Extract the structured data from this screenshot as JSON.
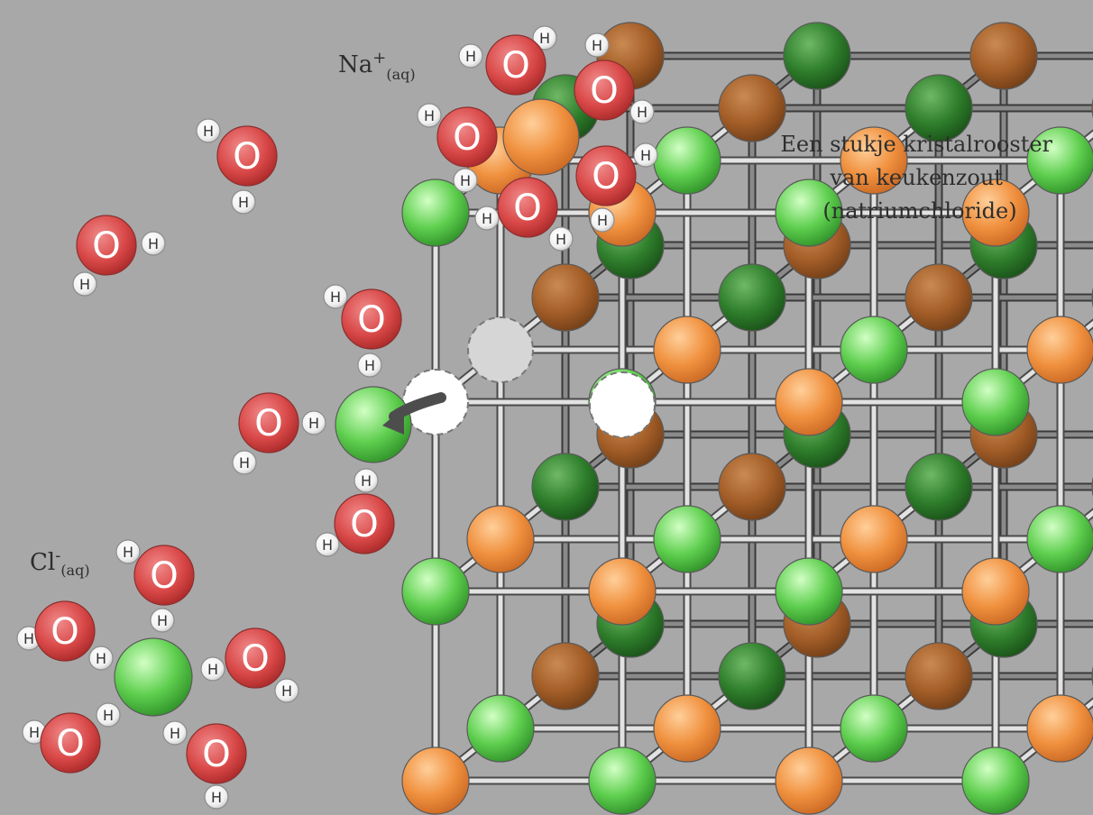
{
  "labels": {
    "na_ion": {
      "symbol": "Na",
      "charge": "+",
      "state": "(aq)"
    },
    "cl_ion": {
      "symbol": "Cl",
      "charge": "-",
      "state": "(aq)"
    },
    "crystal_caption": [
      "Een stukje kristalrooster",
      "van keukenzout",
      "(natriumchloride)"
    ]
  },
  "atom_symbols": {
    "oxygen": "O",
    "hydrogen": "H"
  },
  "colors": {
    "background": "#a8a8a8",
    "sodium": "#f0913f",
    "sodium_back": "#a45e28",
    "chloride": "#5fcf4f",
    "chloride_back": "#2f7f2c",
    "oxygen": "#d94848",
    "hydrogen": "#f2f2f2",
    "bond": "#e2e2e2",
    "bond_back": "#1e1e1e",
    "vacancy_front": "#ffffff",
    "vacancy_back": "#d6d6d6",
    "arrow": "#4d4d4d"
  },
  "crystal": {
    "size": 4,
    "corner_ion": "Na+",
    "vacant_sites": [
      "front-top-left",
      "middle-top-left"
    ]
  }
}
